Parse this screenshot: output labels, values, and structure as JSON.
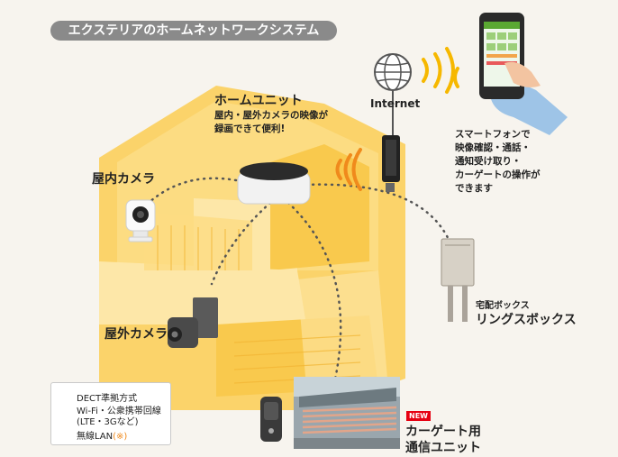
{
  "title": "エクステリアのホームネットワークシステム",
  "home_unit": {
    "name": "ホームユニット",
    "desc_line1": "屋内・屋外カメラの映像が",
    "desc_line2": "録画できて便利!"
  },
  "indoor_camera": "屋内カメラ",
  "outdoor_camera": "屋外カメラ",
  "internet": "Internet",
  "smartphone": {
    "line1": "スマートフォンで",
    "line2": "映像確認・通話・",
    "line3": "通知受け取り・",
    "line4": "カーゲートの操作が",
    "line5": "できます"
  },
  "delivery_box": {
    "sub": "宅配ボックス",
    "name": "リングスボックス"
  },
  "cargate": {
    "badge": "NEW",
    "line1": "カーゲート用",
    "line2": "通信ユニット"
  },
  "legend": {
    "dect": "DECT準拠方式",
    "wifi_line1": "Wi-Fi・公衆携帯回線",
    "wifi_line2": "(LTE・3Gなど)",
    "lan": "無線LAN",
    "lan_note": "(※)"
  },
  "colors": {
    "house_yellow": "#fbd36a",
    "house_light": "#fde7a8",
    "wave_orange": "#f08a1c",
    "wave_yellow": "#f6b800",
    "title_gray": "#8a8a8a"
  }
}
